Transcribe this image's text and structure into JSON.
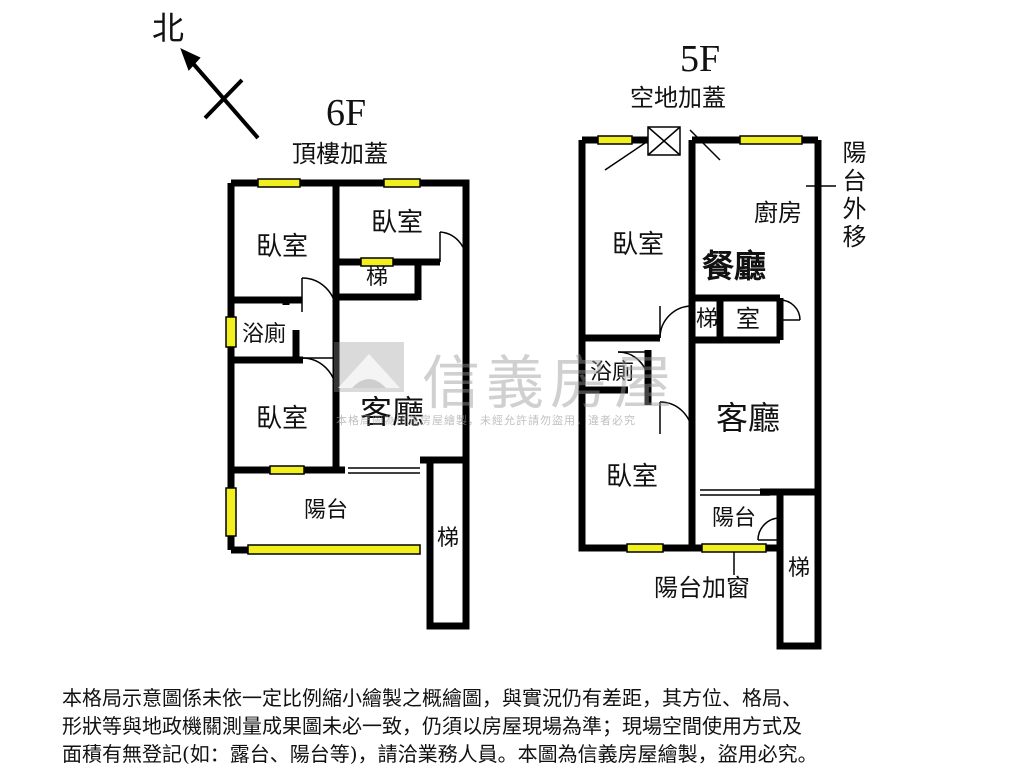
{
  "north_label": "北",
  "floors": {
    "f6": {
      "title": "6F",
      "subtitle": "頂樓加蓋",
      "rooms": {
        "bedroom_nw": "臥室",
        "bedroom_ne": "臥室",
        "stair_small": "梯",
        "bath": "浴廁",
        "bedroom_sw": "臥室",
        "living": "客廳",
        "balcony": "陽台",
        "stair": "梯"
      }
    },
    "f5": {
      "title": "5F",
      "subtitle": "空地加蓋",
      "rooms": {
        "bedroom_n": "臥室",
        "kitchen": "廚房",
        "dining": "餐廳",
        "stair_small": "梯",
        "room_small": "室",
        "bath": "浴廁",
        "living": "客廳",
        "bedroom_s": "臥室",
        "balcony": "陽台",
        "stair": "梯"
      },
      "notes": {
        "balcony_moved": "陽台外移",
        "balcony_window": "陽台加窗"
      }
    }
  },
  "watermark": {
    "brand": "信義房屋",
    "notice": "本格局圖為信義房屋繪製，未經允許請勿盜用，違者必究"
  },
  "disclaimer": [
    "本格局示意圖係未依一定比例縮小繪製之概繪圖，與實況仍有差距，其方位、格局、",
    "形狀等與地政機關測量成果圖未必一致，仍須以房屋現場為準；現場空間使用方式及",
    "面積有無登記(如：露台、陽台等)，請洽業務人員。本圖為信義房屋繪製，盜用必究。"
  ],
  "colors": {
    "wall": "#000000",
    "window": "#f2ef1e",
    "watermark": "#9a9a9a"
  }
}
